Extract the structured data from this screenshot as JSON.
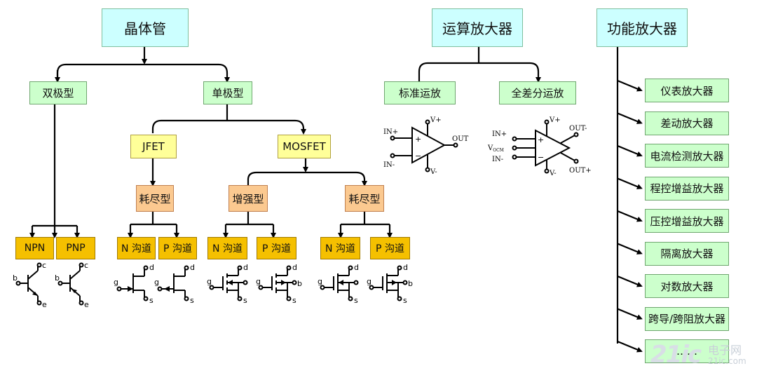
{
  "nodes": {
    "transistor": "晶体管",
    "opamp": "运算放大器",
    "functional_amp": "功能放大器",
    "bipolar": "双极型",
    "unipolar": "单极型",
    "jfet": "JFET",
    "mosfet": "MOSFET",
    "jfet_depletion": "耗尽型",
    "mos_enhancement": "增强型",
    "mos_depletion": "耗尽型",
    "npn": "NPN",
    "pnp": "PNP",
    "jfet_n": "N 沟道",
    "jfet_p": "P 沟道",
    "enh_n": "N 沟道",
    "enh_p": "P 沟道",
    "dep_n": "N 沟道",
    "dep_p": "P 沟道",
    "standard_opamp": "标准运放",
    "fully_diff_opamp": "全差分运放"
  },
  "functional_list": [
    "仪表放大器",
    "差动放大器",
    "电流检测放大器",
    "程控增益放大器",
    "压控增益放大器",
    "隔离放大器",
    "对数放大器",
    "跨导/跨阻放大器",
    "……"
  ],
  "pins": {
    "bjt": {
      "b": "b",
      "c": "c",
      "e": "e"
    },
    "fet": {
      "g": "g",
      "d": "d",
      "s": "s",
      "b": "b"
    },
    "opamp_std": {
      "in_plus": "IN+",
      "in_minus": "IN-",
      "v_plus": "V+",
      "v_minus": "V-",
      "out": "OUT",
      "plus": "+",
      "minus": "−"
    },
    "opamp_diff": {
      "in_plus": "IN+",
      "in_minus": "IN-",
      "v_ocm": "V",
      "v_ocm_sub": "OCM",
      "v_plus": "V+",
      "v_minus": "V-",
      "out_minus": "OUT-",
      "out_plus": "OUT+",
      "plus": "+",
      "minus": "−"
    }
  },
  "watermark": {
    "number": "21ic",
    "site_name": "电子网",
    "domain": "21ic.com"
  },
  "colors": {
    "root_box": "#ccffff",
    "category_box": "#ccffcc",
    "fet_type_box": "#ffff99",
    "mode_box": "#fbc990",
    "leaf_box": "#f5c000",
    "line": "#000000"
  }
}
